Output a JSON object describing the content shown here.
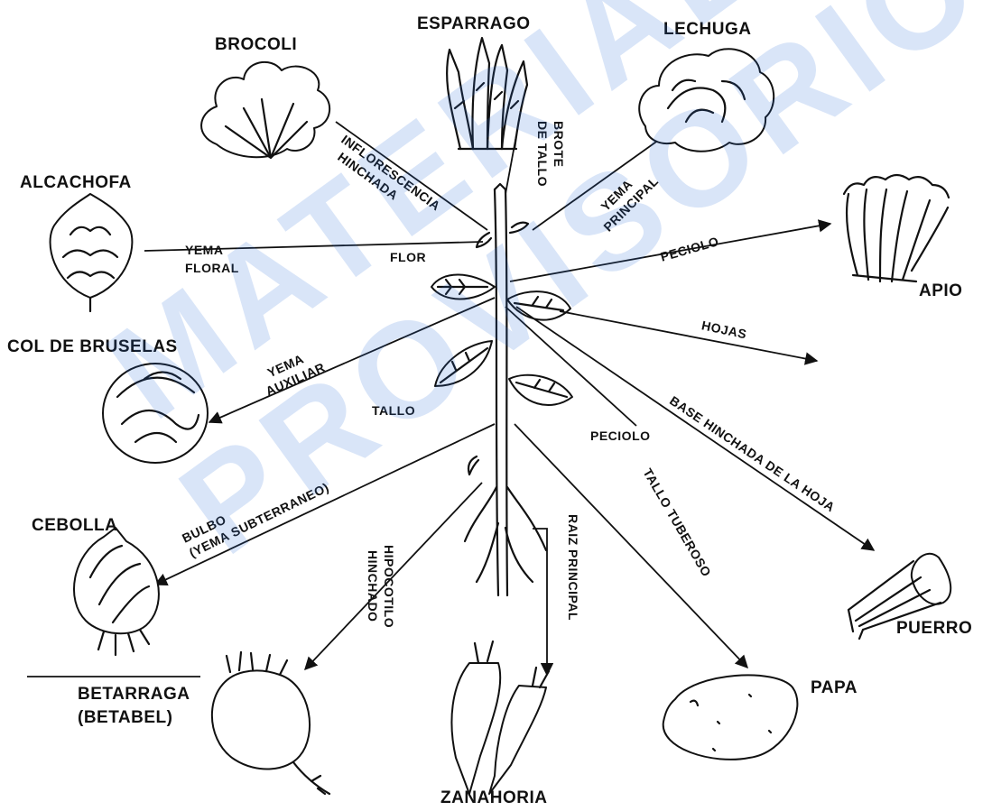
{
  "vegetables": {
    "brocoli": "BROCOLI",
    "esparrago": "ESPARRAGO",
    "lechuga": "LECHUGA",
    "alcachofa": "ALCACHOFA",
    "apio": "APIO",
    "col_de_brusellas": "COL DE BRUSELAS",
    "cebolla": "CEBOLLA",
    "betarraga": [
      "BETARRAGA",
      "(BETABEL)"
    ],
    "zanahoria": "ZANAHORIA",
    "papa": "PAPA",
    "puerro": "PUERRO"
  },
  "parts": {
    "inflorescencia": [
      "INFLORESCENCIA",
      "HINCHADA"
    ],
    "brote_de_tallo": [
      "BROTE",
      "DE TALLO"
    ],
    "yema_principal": [
      "YEMA",
      "PRINCIPAL"
    ],
    "yema_floral": [
      "YEMA",
      "FLORAL"
    ],
    "flor": "FLOR",
    "peciolo_apio": "PECIOLO",
    "hojas": "HOJAS",
    "yema_auxiliar": [
      "YEMA",
      "AUXILIAR"
    ],
    "tallo": "TALLO",
    "peciolo": "PECIOLO",
    "base_hinchada": "BASE HINCHADA DE LA HOJA",
    "bulbo": [
      "BULBO",
      "(YEMA SUBTERRANEO)"
    ],
    "hipocotilo": [
      "HIPOCOTILO",
      "HINCHADO"
    ],
    "raiz_principal": "RAIZ PRINCIPAL",
    "tallo_tuberoso": "TALLO TUBEROSO"
  },
  "watermark": [
    "MATERIAL",
    "PROVISORIO"
  ],
  "colors": {
    "ink": "#111111",
    "watermark": "#2e6fd8",
    "background": "#ffffff"
  }
}
